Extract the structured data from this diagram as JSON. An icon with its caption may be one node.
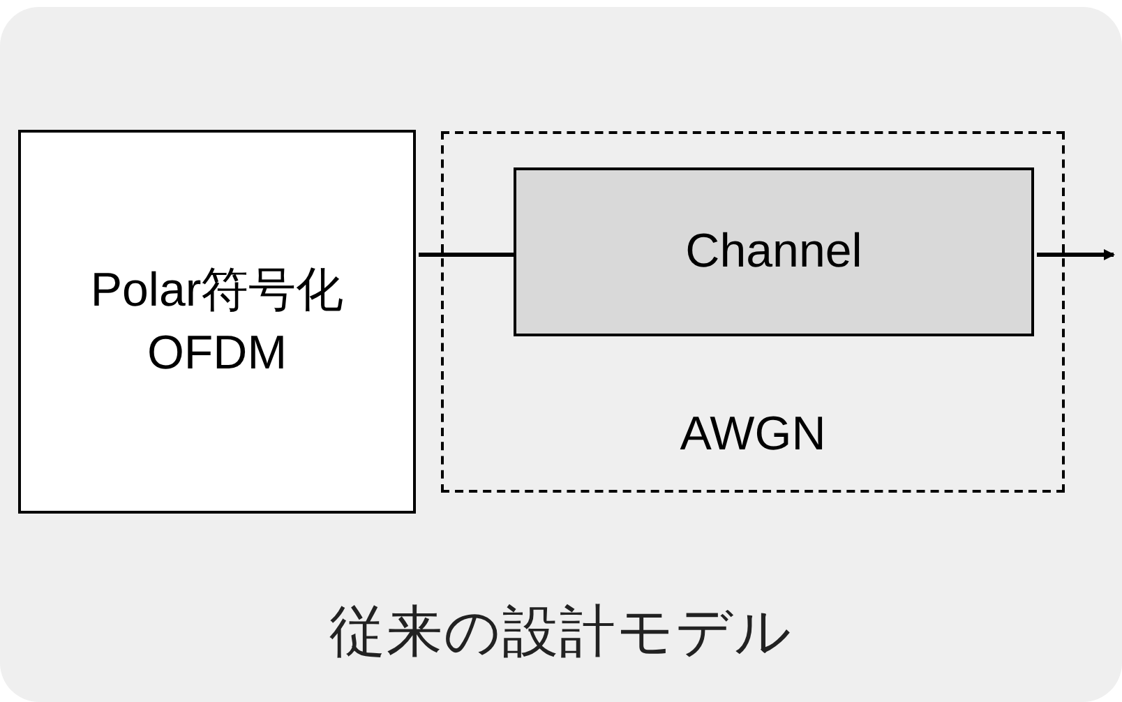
{
  "diagram": {
    "nodes": [
      {
        "text": [
          "従来の設計モデル"
        ]
      },
      {
        "text": [
          "Polar符号化 OFDM"
        ],
        "in": 0
      },
      {
        "text": [
          "AWGN"
        ],
        "in": 0
      },
      {
        "text": [
          "Channel"
        ],
        "in": 2
      }
    ],
    "edges": [
      {
        "from": 1,
        "to": 3,
        "arrow": "none"
      },
      {
        "from": 3,
        "to": null,
        "arrow": "to"
      }
    ]
  }
}
